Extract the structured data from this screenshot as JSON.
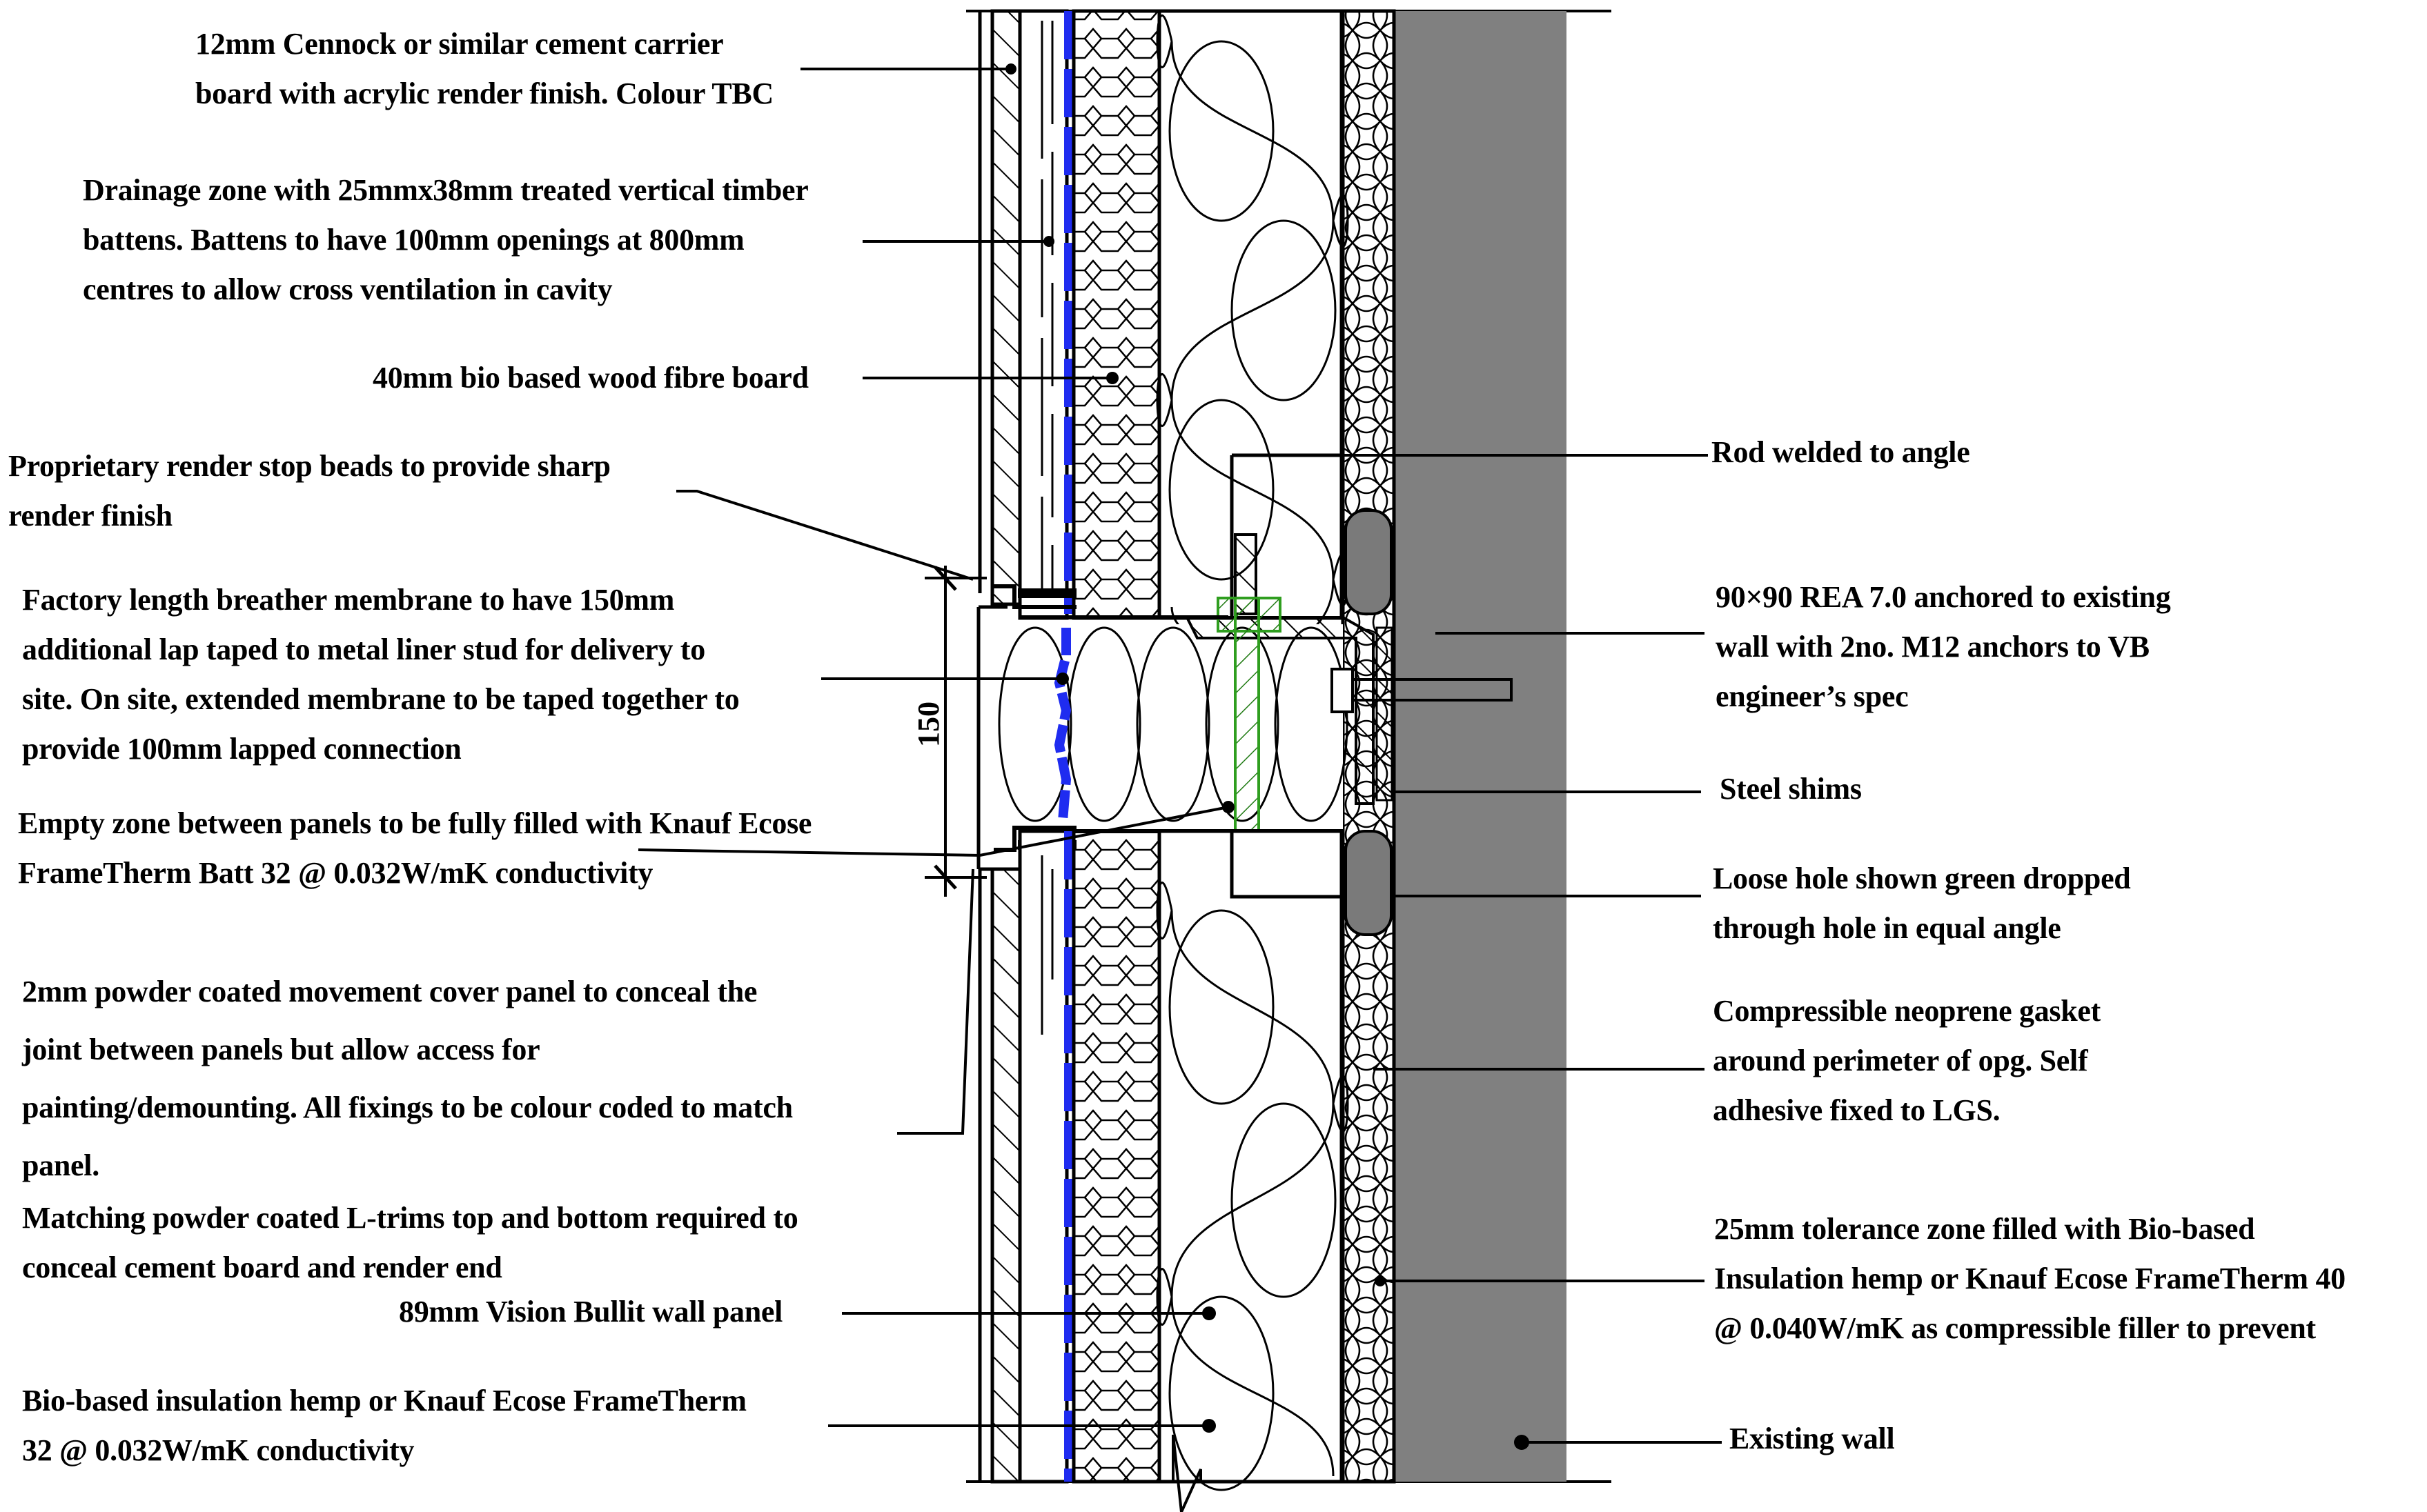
{
  "title": "External wall panel joint section detail",
  "colors": {
    "membrane": "#1f2cf0",
    "loose_hole": "#2f9e1f",
    "existing_wall": "#808080",
    "gasket": "#7a7a7a",
    "line": "#000000"
  },
  "dimension": {
    "value": "150"
  },
  "notes_left": [
    {
      "id": "cement-board",
      "lines": [
        "12mm Cennock or similar cement carrier",
        "board with acrylic render finish. Colour TBC"
      ]
    },
    {
      "id": "drainage-zone",
      "lines": [
        "Drainage zone with 25mmx38mm treated vertical timber",
        "battens. Battens to have 100mm openings at 800mm",
        "centres to allow cross ventilation in cavity"
      ]
    },
    {
      "id": "wood-fibre-board",
      "lines": [
        "40mm bio based wood fibre board"
      ]
    },
    {
      "id": "render-stop-beads",
      "lines": [
        "Proprietary render stop beads to provide sharp",
        "render finish"
      ]
    },
    {
      "id": "breather-membrane",
      "lines": [
        "Factory length breather membrane to have 150mm",
        "additional lap taped to metal liner stud for delivery to",
        "site. On site, extended membrane to be taped together to",
        "provide 100mm lapped connection"
      ]
    },
    {
      "id": "empty-zone",
      "lines": [
        "Empty zone between panels to be fully filled with Knauf Ecose",
        "FrameTherm Batt 32 @ 0.032W/mK conductivity"
      ]
    },
    {
      "id": "cover-panel",
      "lines": [
        "2mm powder coated movement cover panel to conceal the",
        "joint between panels but allow access for",
        "painting/demounting. All fixings to be colour coded to match",
        "panel."
      ]
    },
    {
      "id": "l-trims",
      "lines": [
        "Matching powder coated L-trims top and bottom required to",
        "conceal cement board and render end"
      ]
    },
    {
      "id": "wall-panel",
      "lines": [
        "89mm Vision Bullit wall panel"
      ]
    },
    {
      "id": "bio-insulation",
      "lines": [
        "Bio-based insulation hemp or Knauf Ecose FrameTherm",
        "32 @ 0.032W/mK conductivity"
      ]
    }
  ],
  "notes_right": [
    {
      "id": "rod-welded",
      "lines": [
        "Rod welded to angle"
      ]
    },
    {
      "id": "rea-angle",
      "lines": [
        "90×90 REA 7.0 anchored to existing",
        "wall with 2no. M12 anchors to VB",
        "engineer’s spec"
      ]
    },
    {
      "id": "steel-shims",
      "lines": [
        "Steel shims"
      ]
    },
    {
      "id": "loose-hole",
      "lines": [
        "Loose hole shown green dropped",
        "through hole in equal angle"
      ]
    },
    {
      "id": "neoprene-gasket",
      "lines": [
        "Compressible neoprene gasket",
        "around perimeter of opg. Self",
        "adhesive fixed to LGS."
      ]
    },
    {
      "id": "tolerance-zone",
      "lines": [
        "25mm tolerance zone filled with Bio-based",
        "Insulation hemp or Knauf Ecose FrameTherm 40",
        "@ 0.040W/mK as compressible filler to prevent"
      ]
    },
    {
      "id": "existing-wall",
      "lines": [
        "Existing wall"
      ]
    }
  ]
}
